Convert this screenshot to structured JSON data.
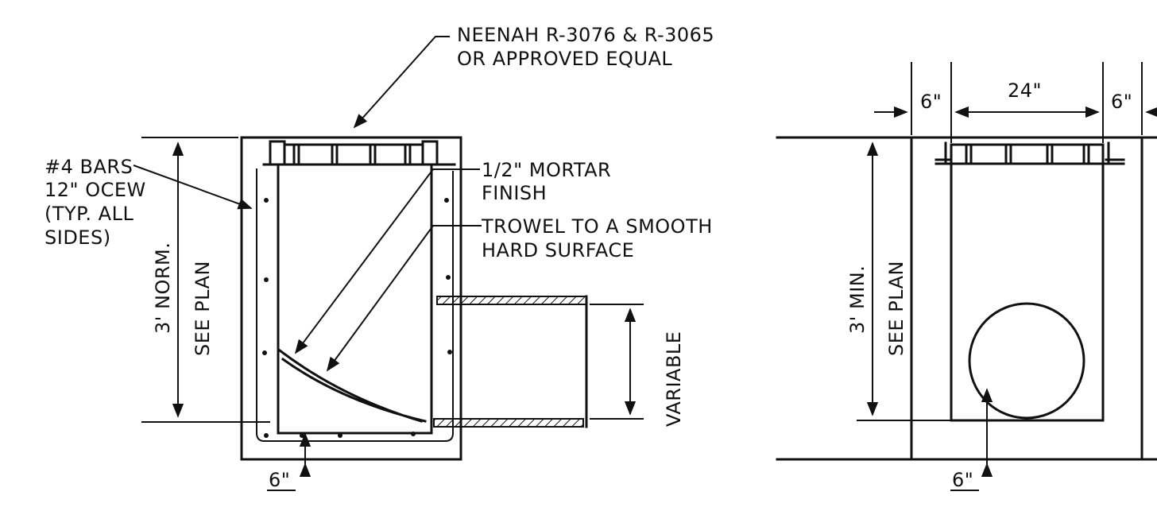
{
  "left_view": {
    "casting_note_line1": "NEENAH R-3076 & R-3065",
    "casting_note_line2": "OR APPROVED EQUAL",
    "rebar_line1": "#4 BARS",
    "rebar_line2": "12\" OCEW",
    "rebar_line3": "(TYP. ALL",
    "rebar_line4": "SIDES)",
    "mortar_line1": "1/2\" MORTAR",
    "mortar_line2": "FINISH",
    "trowel_line1": "TROWEL TO A SMOOTH",
    "trowel_line2": "HARD SURFACE",
    "height_dim_line1": "3' NORM.",
    "height_dim_line2": "SEE PLAN",
    "pipe_dim": "VARIABLE",
    "bottom_dim": "6\""
  },
  "right_view": {
    "top_dim_left": "6\"",
    "top_dim_center": "24\"",
    "top_dim_right": "6\"",
    "height_dim_line1": "3' MIN.",
    "height_dim_line2": "SEE PLAN",
    "bottom_dim": "6\""
  }
}
